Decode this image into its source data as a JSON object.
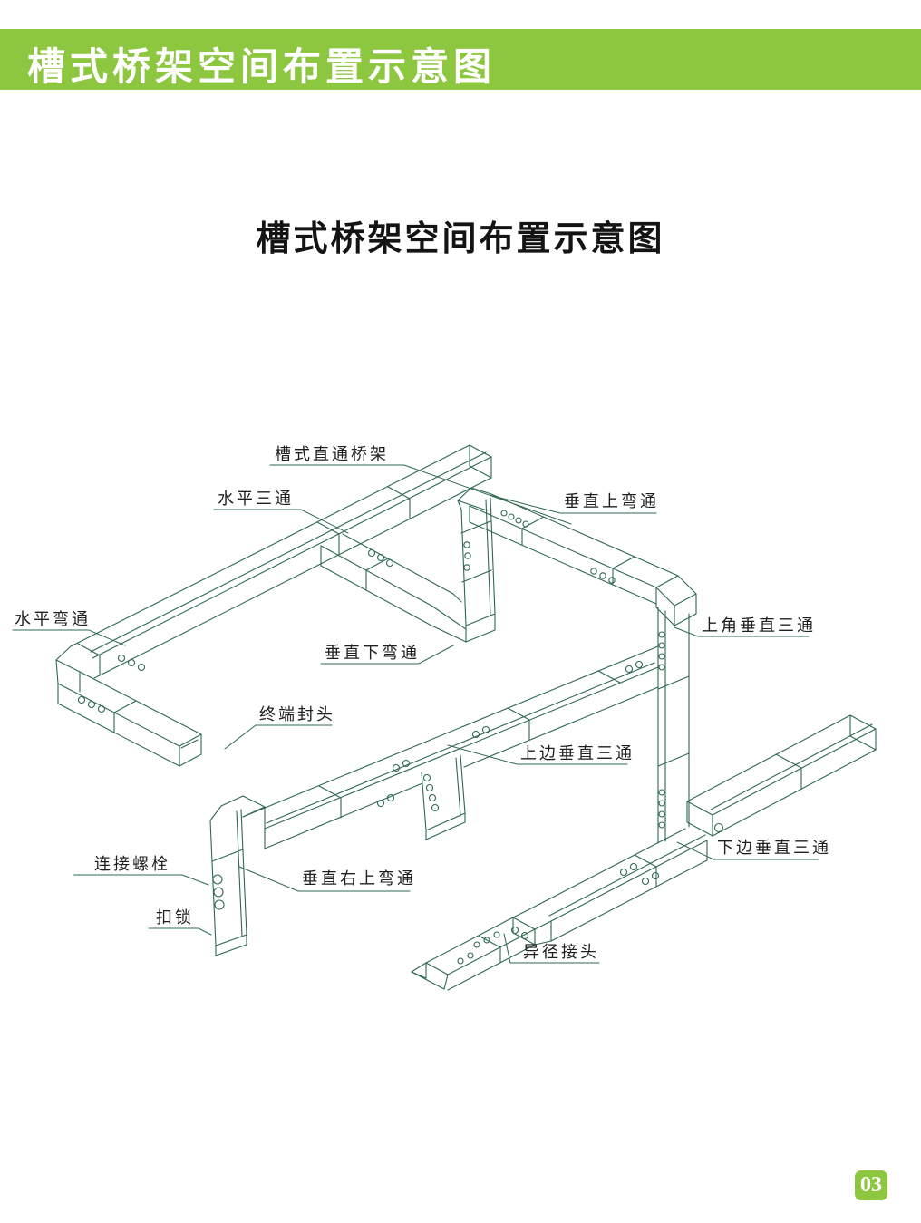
{
  "header": {
    "title": "槽式桥架空间布置示意图",
    "bg_color": "#8dc63f",
    "text_color": "#ffffff"
  },
  "main_title": "槽式桥架空间布置示意图",
  "page_number": "03",
  "diagram": {
    "line_color": "#2e684f",
    "labels": [
      {
        "id": "straight-tray",
        "text": "槽式直通桥架"
      },
      {
        "id": "horizontal-tee",
        "text": "水平三通"
      },
      {
        "id": "vertical-up-bend",
        "text": "垂直上弯通"
      },
      {
        "id": "horizontal-bend",
        "text": "水平弯通"
      },
      {
        "id": "vertical-down-bend",
        "text": "垂直下弯通"
      },
      {
        "id": "top-corner-vertical-tee",
        "text": "上角垂直三通"
      },
      {
        "id": "end-cap",
        "text": "终端封头"
      },
      {
        "id": "top-edge-vertical-tee",
        "text": "上边垂直三通"
      },
      {
        "id": "connecting-bolt",
        "text": "连接螺栓"
      },
      {
        "id": "vertical-right-up-bend",
        "text": "垂直右上弯通"
      },
      {
        "id": "bottom-edge-vertical-tee",
        "text": "下边垂直三通"
      },
      {
        "id": "lock",
        "text": "扣锁"
      },
      {
        "id": "reducer-joint",
        "text": "异径接头"
      }
    ]
  }
}
